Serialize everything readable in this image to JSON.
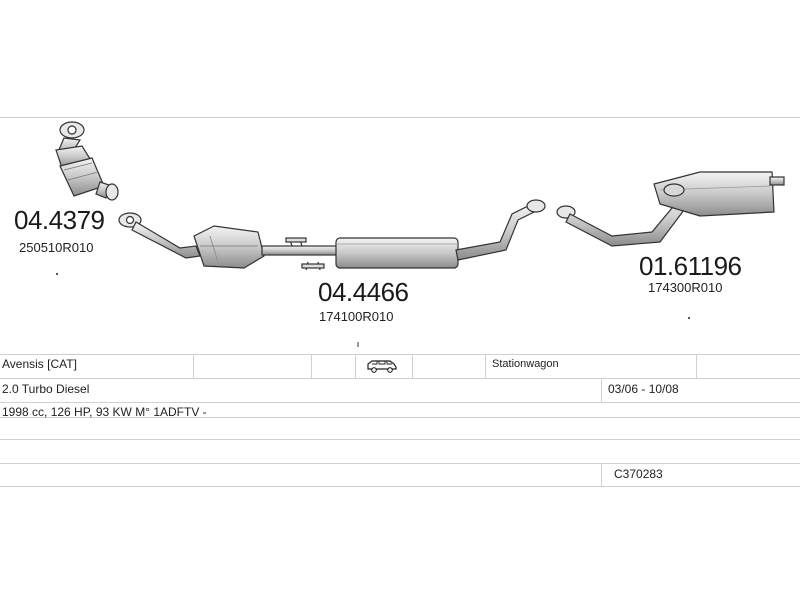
{
  "parts": [
    {
      "number": "04.4379",
      "oem": "250510R010"
    },
    {
      "number": "04.4466",
      "oem": "174100R010"
    },
    {
      "number": "01.61196",
      "oem": "174300R010"
    }
  ],
  "table": {
    "model": "Avensis  [CAT]",
    "body_type": "Stationwagon",
    "engine": "2.0 Turbo Diesel",
    "years": "03/06 - 10/08",
    "specs": "1998 cc, 126 HP, 93 KW M° 1ADFTV -",
    "code": "C370283"
  },
  "icons": {
    "vehicle": "station-wagon-icon"
  }
}
